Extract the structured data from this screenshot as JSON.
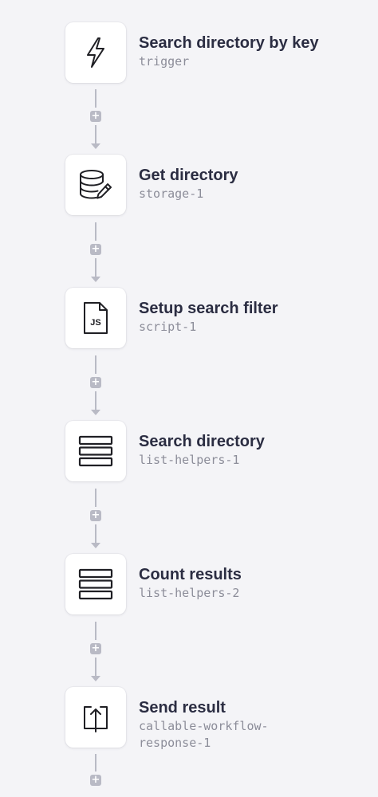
{
  "workflow": {
    "steps": [
      {
        "title": "Search directory by key",
        "id": "trigger",
        "icon": "lightning-icon"
      },
      {
        "title": "Get directory",
        "id": "storage-1",
        "icon": "database-edit-icon"
      },
      {
        "title": "Setup search filter",
        "id": "script-1",
        "icon": "js-file-icon",
        "icon_text": "JS"
      },
      {
        "title": "Search directory",
        "id": "list-helpers-1",
        "icon": "list-rows-icon"
      },
      {
        "title": "Count results",
        "id": "list-helpers-2",
        "icon": "list-rows-icon"
      },
      {
        "title": "Send result",
        "id": "callable-workflow-\nresponse-1",
        "icon": "upload-box-icon"
      }
    ],
    "add_step_symbol": "+"
  },
  "colors": {
    "background": "#f4f4f7",
    "card": "#ffffff",
    "title": "#2b2d42",
    "subtitle": "#8c8d99",
    "connector": "#b9bac5",
    "icon_stroke": "#1f1f24"
  }
}
